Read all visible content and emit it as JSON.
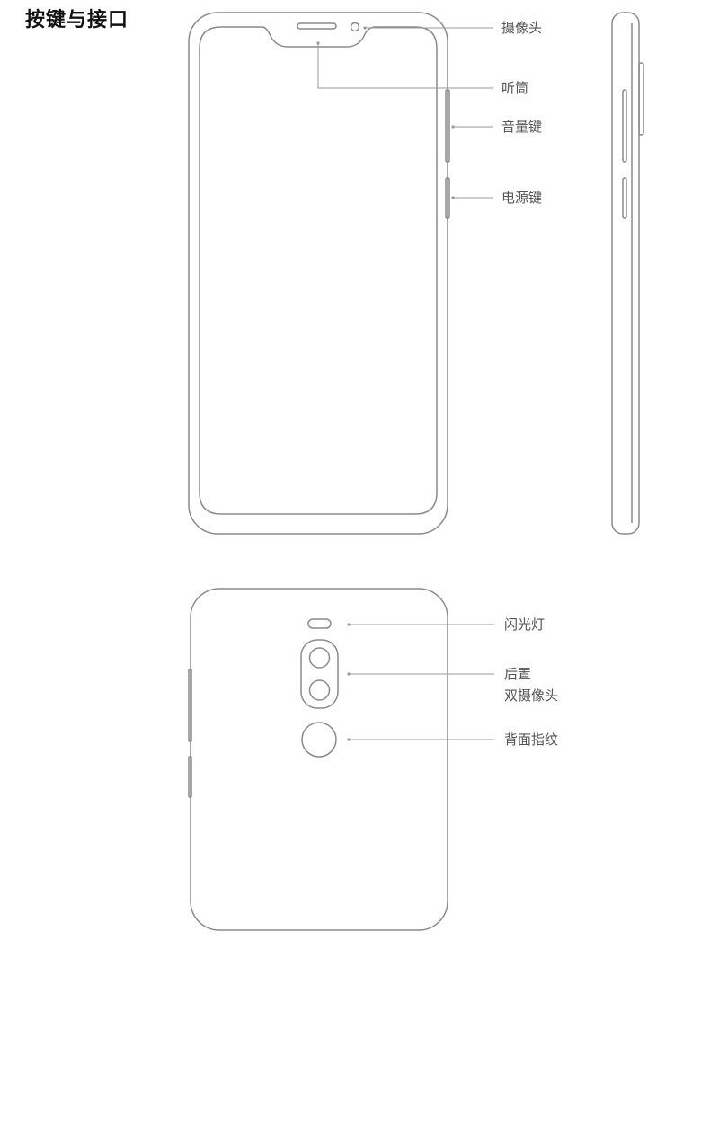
{
  "title": "按键与接口",
  "front_labels": {
    "camera": "摄像头",
    "earpiece": "听筒",
    "volume_key": "音量键",
    "power_key": "电源键"
  },
  "back_labels": {
    "flash": "闪光灯",
    "rear_camera_line1": "后置",
    "rear_camera_line2": "双摄像头",
    "fingerprint": "背面指纹"
  },
  "colors": {
    "outline": "#8a8a8a",
    "leader_line": "#9a9a9a",
    "label_text": "#555555",
    "title_text": "#111111"
  }
}
